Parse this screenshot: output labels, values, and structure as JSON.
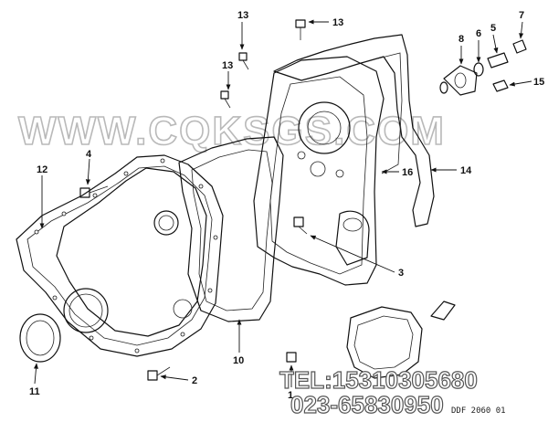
{
  "watermark": "WWW.CQKSGS.COM",
  "contact_lines": [
    "TEL:15310305680",
    "023-65830950"
  ],
  "drawing_id": "DDF 2060 01",
  "callouts": [
    "1",
    "2",
    "3",
    "4",
    "5",
    "6",
    "7",
    "8",
    "10",
    "11",
    "12",
    "13",
    "13",
    "13",
    "14",
    "15",
    "16"
  ]
}
